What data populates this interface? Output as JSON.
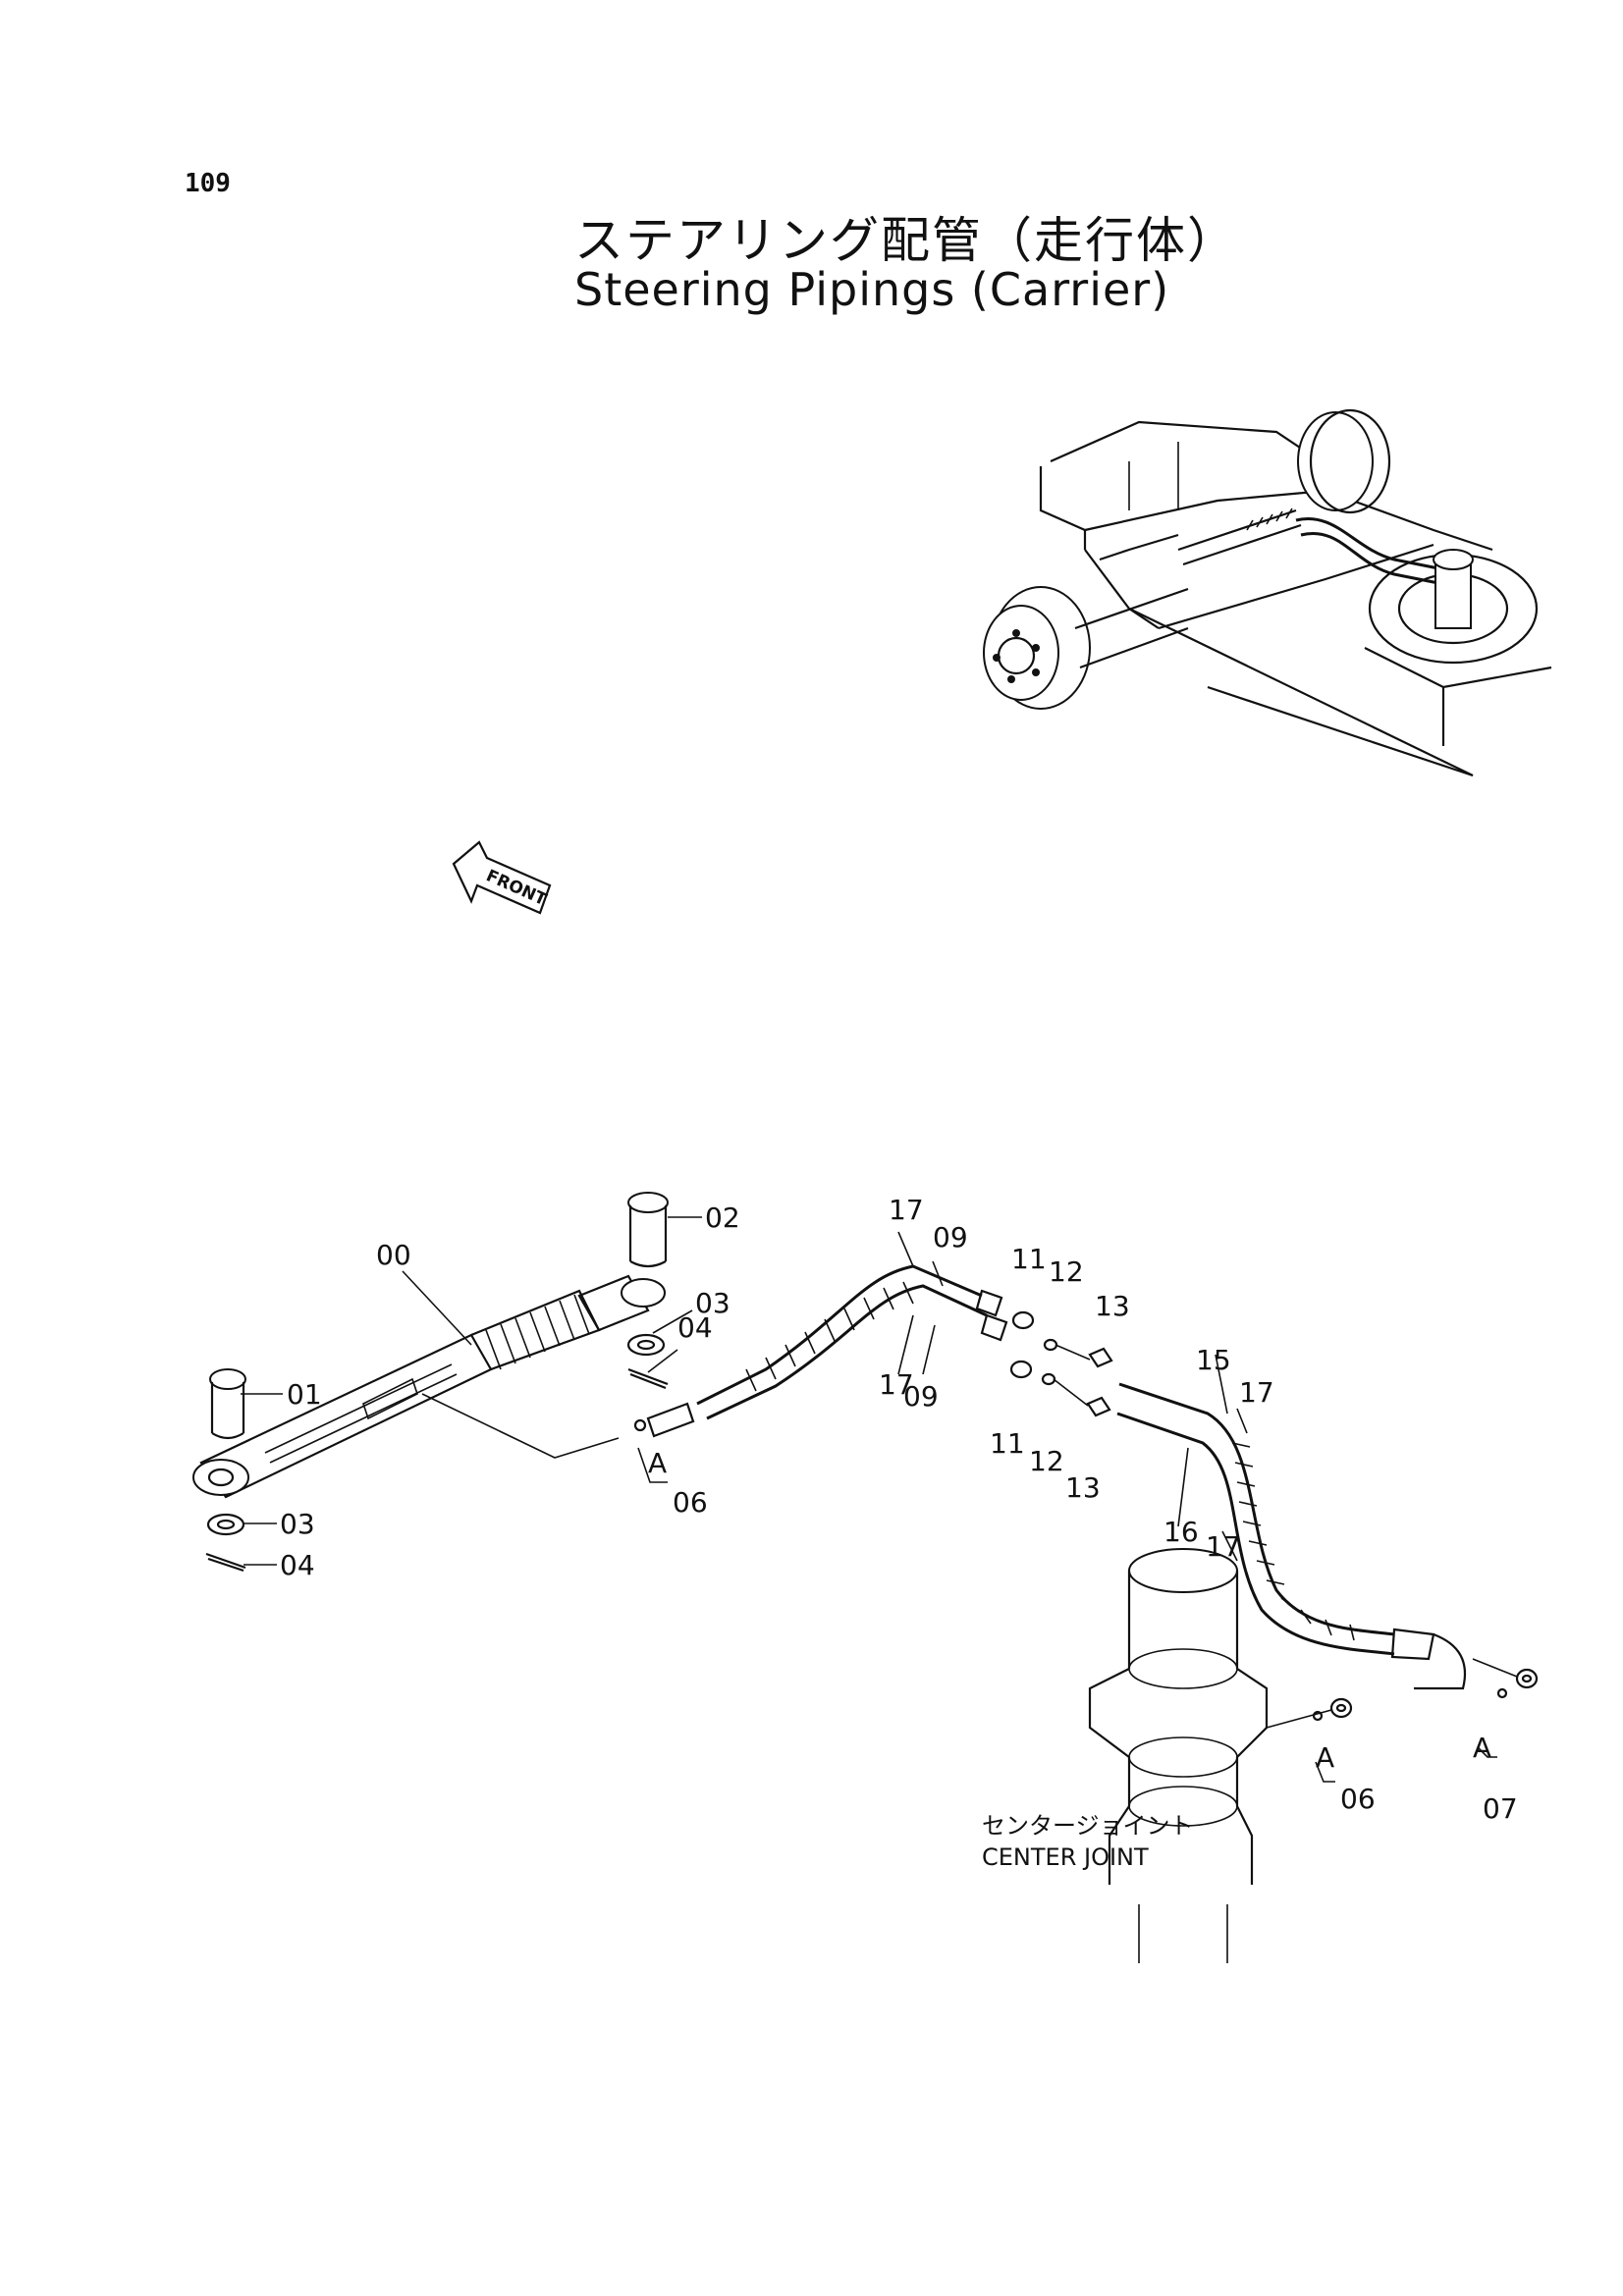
{
  "page_number": "109",
  "title": {
    "japanese": "ステアリング配管（走行体）",
    "english": "Steering Pipings (Carrier)"
  },
  "front_arrow_label": "FRONT",
  "center_joint": {
    "label_jp": "センタージョイント",
    "label_en": "CENTER JOINT"
  },
  "callouts": {
    "c00": "00",
    "c01": "01",
    "c02": "02",
    "c03_top": "03",
    "c04_top": "04",
    "c03_bottom": "03",
    "c04_bottom": "04",
    "c06_left": "06",
    "c06_right": "06",
    "c07": "07",
    "c09_top": "09",
    "c09_bottom": "09",
    "c11_top": "11",
    "c11_bottom": "11",
    "c12_top": "12",
    "c12_bottom": "12",
    "c13_top": "13",
    "c13_bottom": "13",
    "c15": "15",
    "c16": "16",
    "c17_a": "17",
    "c17_b": "17",
    "c17_c": "17",
    "c17_d": "17",
    "a_left": "A",
    "a_mid": "A",
    "a_right": "A"
  }
}
